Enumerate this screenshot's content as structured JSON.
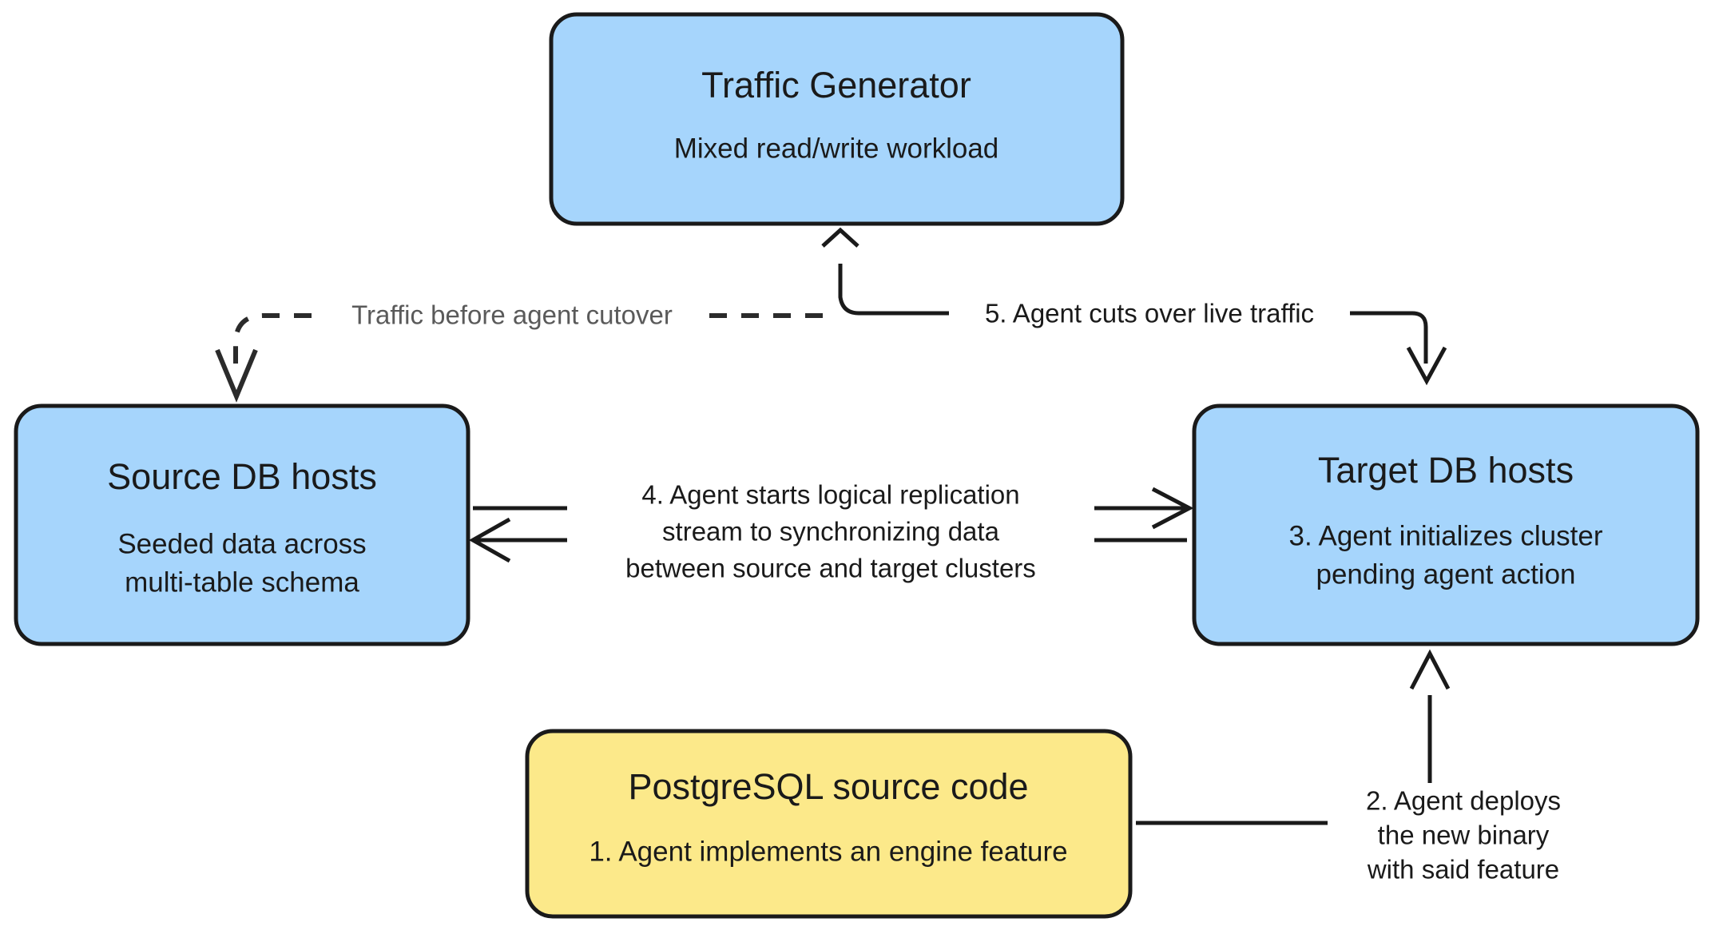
{
  "diagram": {
    "type": "flowchart",
    "background_color": "#ffffff",
    "node_stroke_color": "#1a1a1a",
    "accent_blue": "#a6d5fc",
    "accent_yellow": "#fce98a",
    "muted_label_color": "#5a5a5a",
    "nodes": [
      {
        "id": "traffic-generator",
        "title": "Traffic Generator",
        "subtitle": "Mixed read/write workload",
        "color": "#a6d5fc"
      },
      {
        "id": "source-db-hosts",
        "title": "Source DB hosts",
        "subtitle_line1": "Seeded data across",
        "subtitle_line2": "multi-table schema",
        "color": "#a6d5fc"
      },
      {
        "id": "target-db-hosts",
        "title": "Target DB hosts",
        "subtitle_line1": "3. Agent initializes cluster",
        "subtitle_line2": "pending agent action",
        "color": "#a6d5fc"
      },
      {
        "id": "postgresql-source-code",
        "title": "PostgreSQL source code",
        "subtitle": "1. Agent implements an engine feature",
        "color": "#fce98a"
      }
    ],
    "edges": [
      {
        "id": "edge-traffic-before-cutover",
        "from": "traffic-generator",
        "to": "source-db-hosts",
        "style": "dashed",
        "label": "Traffic before agent cutover"
      },
      {
        "id": "edge-cutover",
        "from": "target-db-hosts",
        "to": "traffic-generator",
        "style": "solid",
        "label": "5. Agent cuts over live traffic"
      },
      {
        "id": "edge-replication",
        "from": "source-db-hosts",
        "to": "target-db-hosts",
        "style": "solid-bidirectional",
        "label_line1": "4. Agent starts logical replication",
        "label_line2": "stream to synchronizing data",
        "label_line3": "between source and target clusters"
      },
      {
        "id": "edge-deploy",
        "from": "postgresql-source-code",
        "to": "target-db-hosts",
        "style": "solid",
        "label_line1": "2. Agent deploys",
        "label_line2": "the new binary",
        "label_line3": "with said feature"
      }
    ]
  }
}
